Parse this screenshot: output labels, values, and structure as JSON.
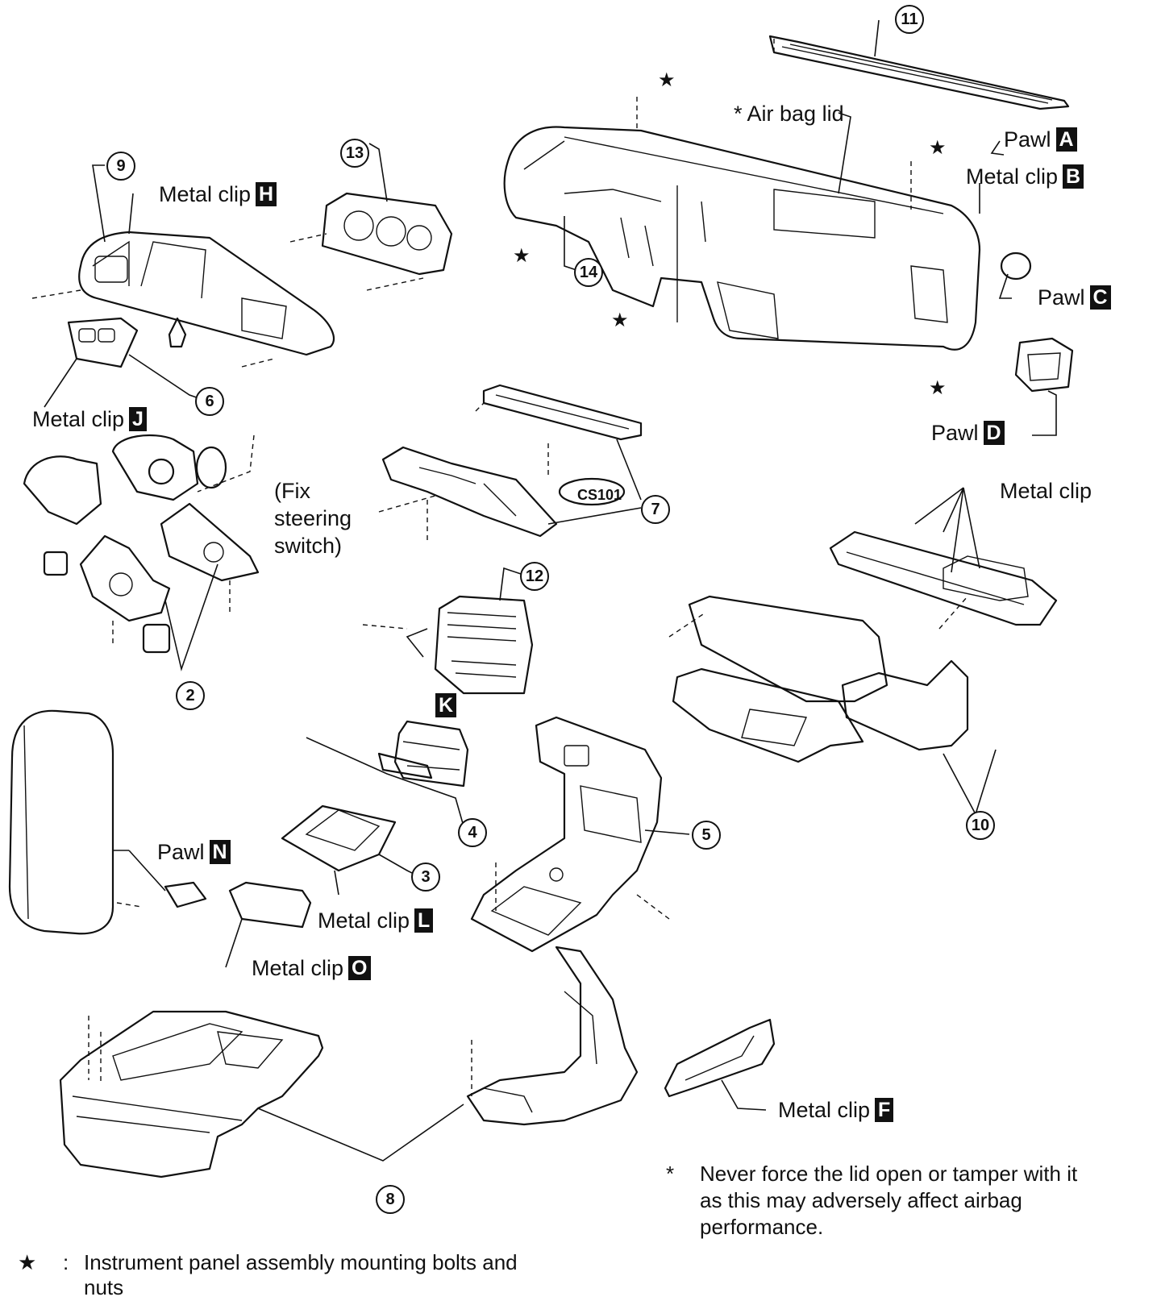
{
  "labels": {
    "air_bag_lid": "* Air bag lid",
    "pawl_a": "Pawl",
    "metal_clip_b": "Metal clip",
    "pawl_c": "Pawl",
    "pawl_d": "Pawl",
    "metal_clip_h": "Metal clip",
    "metal_clip_j": "Metal clip",
    "fix_steering_1": "(Fix",
    "fix_steering_2": "steering",
    "fix_steering_3": "switch)",
    "metal_clip_top": "Metal clip",
    "pawl_n": "Pawl",
    "metal_clip_l": "Metal clip",
    "metal_clip_o": "Metal clip",
    "metal_clip_f": "Metal clip",
    "connector_code": "CS101"
  },
  "letters": {
    "a": "A",
    "b": "B",
    "c": "C",
    "d": "D",
    "h": "H",
    "j": "J",
    "k": "K",
    "n": "N",
    "l": "L",
    "o": "O",
    "f": "F"
  },
  "callouts": {
    "c2": "2",
    "c3": "3",
    "c4": "4",
    "c5": "5",
    "c6": "6",
    "c7": "7",
    "c8": "8",
    "c9": "9",
    "c10": "10",
    "c11": "11",
    "c12": "12",
    "c13": "13",
    "c14": "14"
  },
  "notes": {
    "airbag_marker": "*",
    "airbag_line1": "Never force the lid open or tamper with it",
    "airbag_line2": "as this may adversely affect airbag",
    "airbag_line3": "performance.",
    "star_marker": "★",
    "star_sep": ":",
    "star_line1": "Instrument panel assembly mounting bolts and",
    "star_line2": "nuts"
  }
}
